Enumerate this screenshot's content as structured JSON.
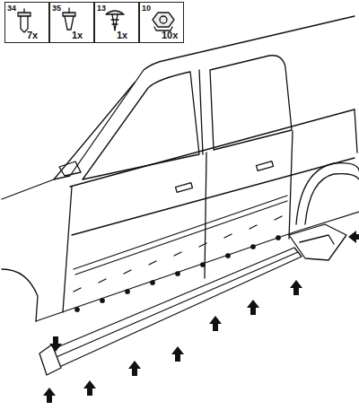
{
  "diagram": {
    "nodes": [
      {
        "text": [
          "34",
          "7x"
        ]
      },
      {
        "text": [
          "35",
          "1x"
        ]
      },
      {
        "text": [
          "13",
          "1x"
        ]
      },
      {
        "text": [
          "10",
          "10x"
        ]
      }
    ]
  }
}
